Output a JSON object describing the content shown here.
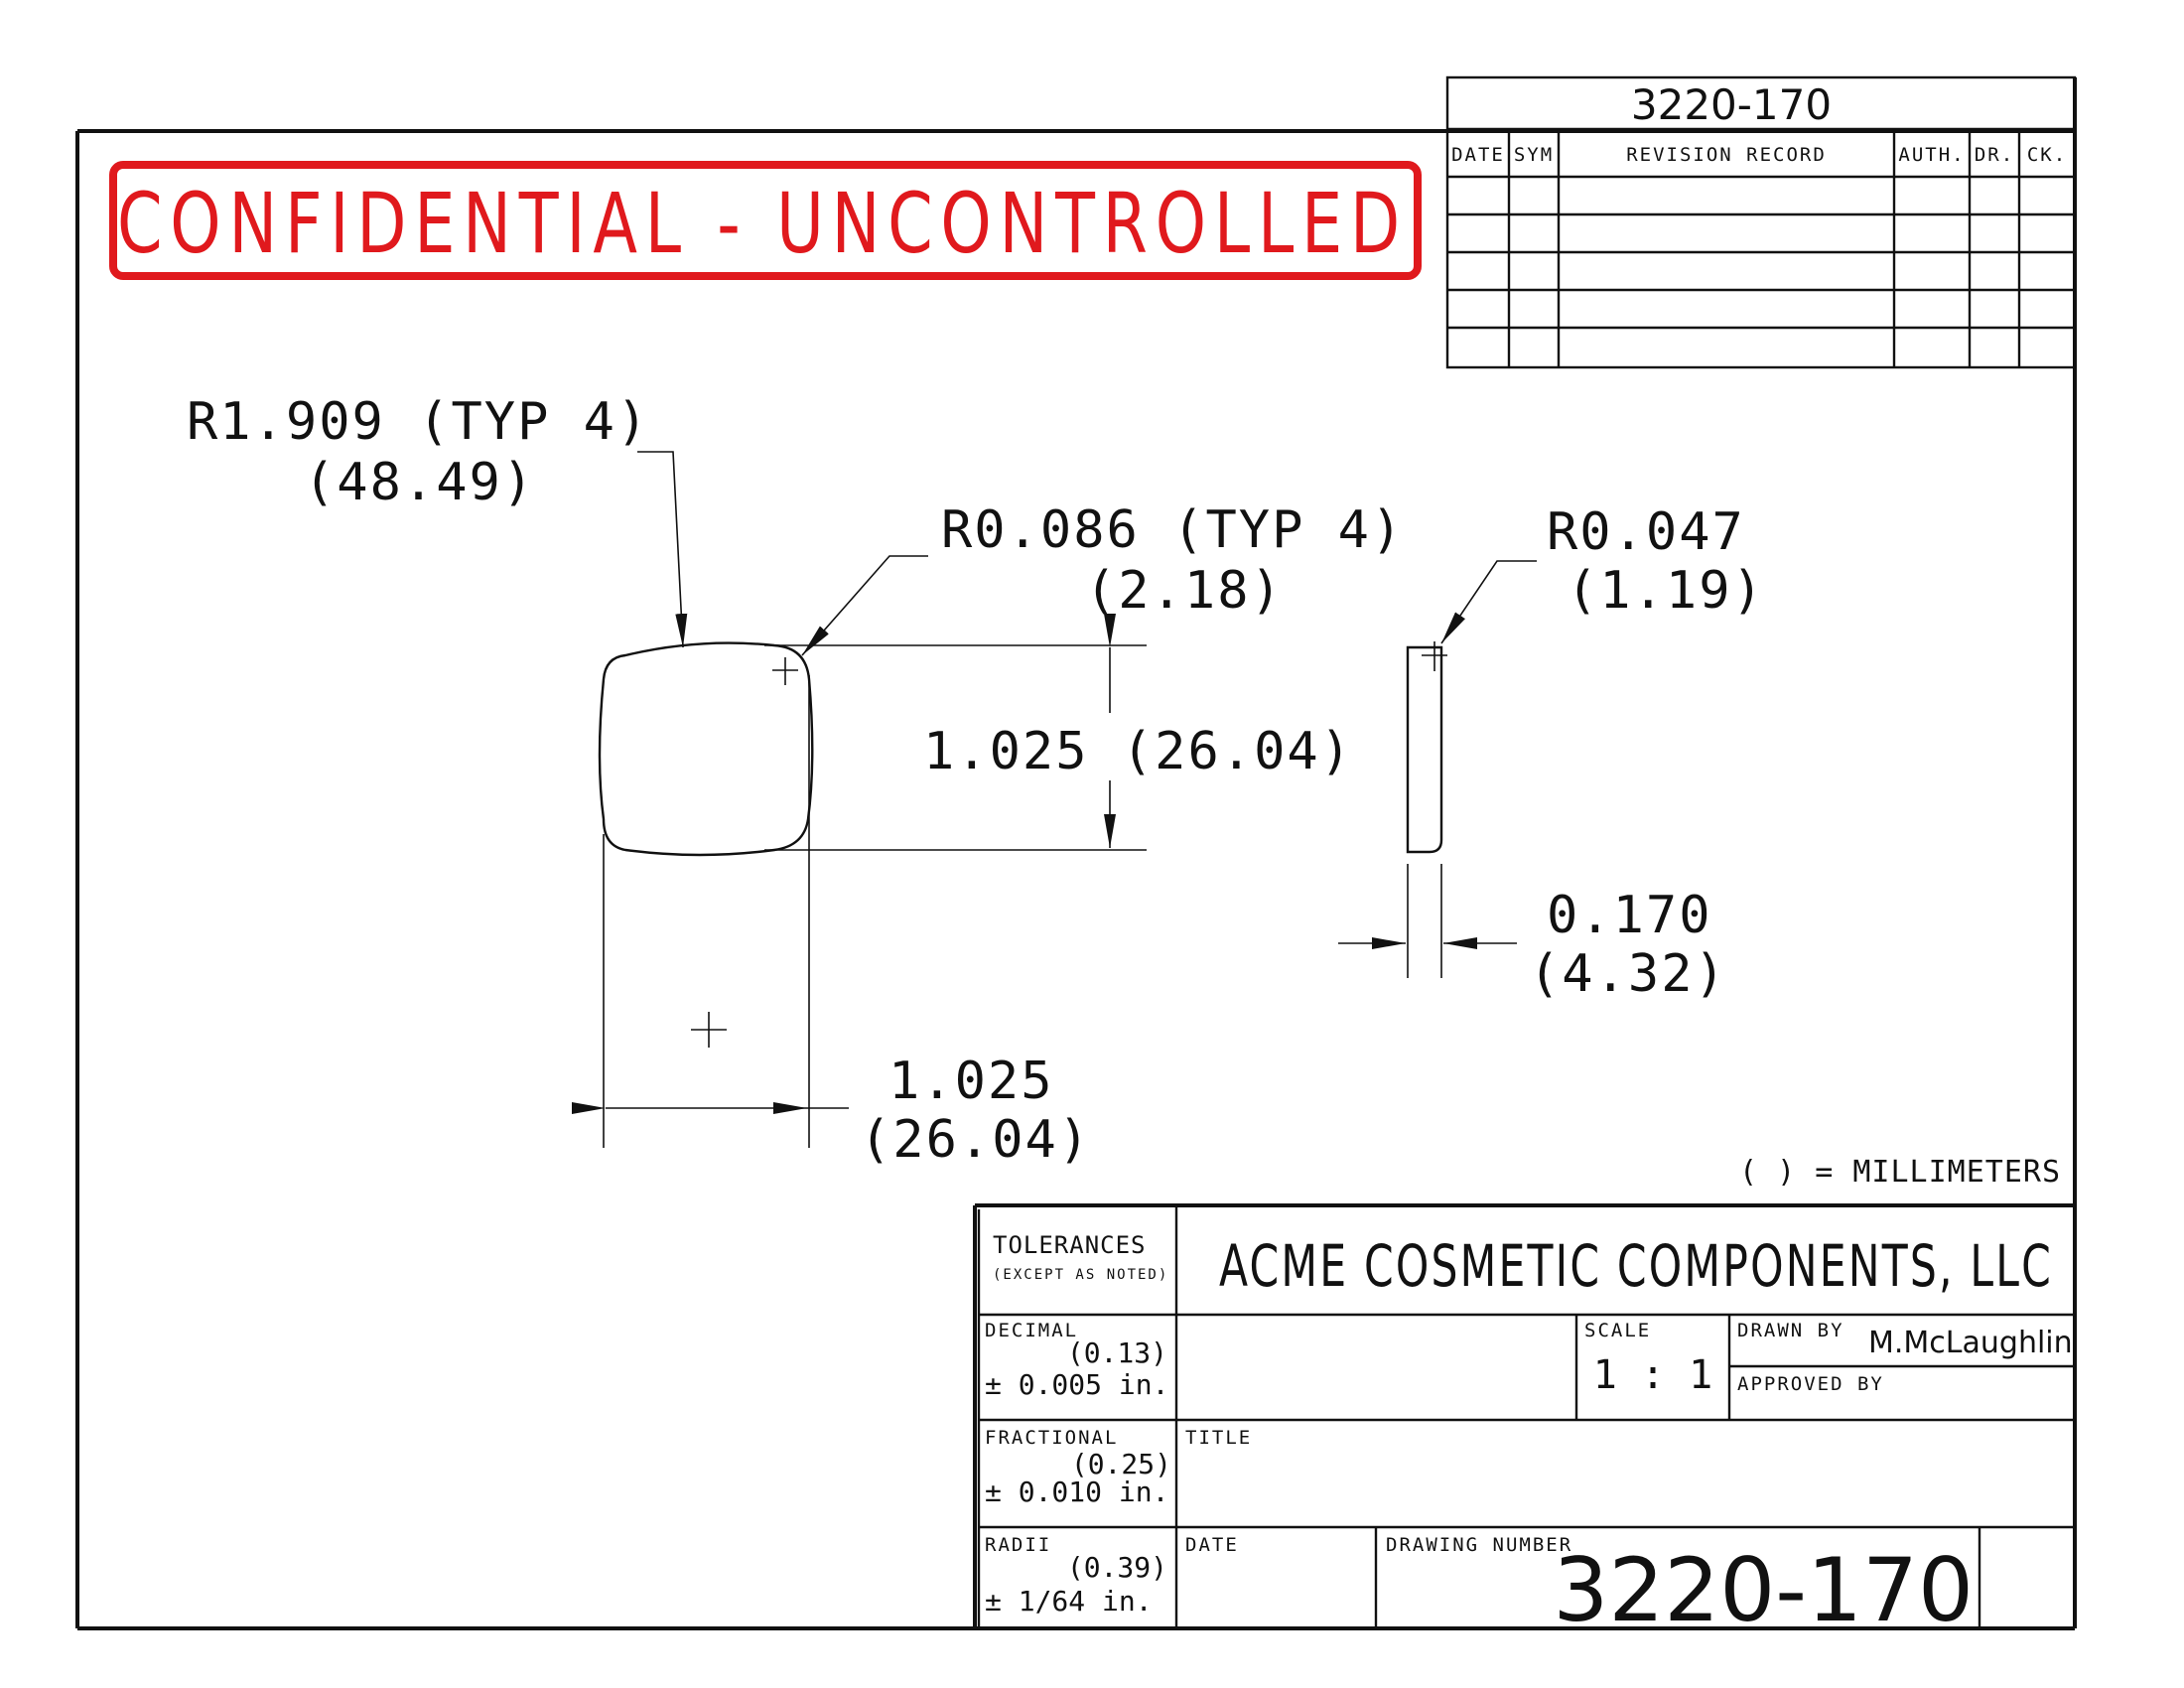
{
  "header_number": "3220-170",
  "revision": {
    "date": "DATE",
    "sym": "SYM",
    "record": "REVISION RECORD",
    "auth": "AUTH.",
    "dr": "DR.",
    "ck": "CK."
  },
  "stamp": {
    "text": "CONFIDENTIAL - UNCONTROLLED",
    "color": "#e0191d"
  },
  "dimensions": {
    "r_large": "R1.909 (TYP 4)",
    "r_large_mm": "(48.49)",
    "r_small": "R0.086 (TYP 4)",
    "r_small_mm": "(2.18)",
    "height": "1.025 (26.04)",
    "width": "1.025",
    "width_mm": "(26.04)",
    "r_edge": "R0.047",
    "r_edge_mm": "(1.19)",
    "thickness": "0.170",
    "thickness_mm": "(4.32)"
  },
  "units_note": "( ) = MILLIMETERS",
  "title_block": {
    "tolerances": "TOLERANCES",
    "except": "(EXCEPT AS NOTED)",
    "company": "ACME COSMETIC COMPONENTS, LLC",
    "decimal_label": "DECIMAL",
    "decimal_mm": "(0.13)",
    "decimal_in": "± 0.005 in.",
    "fractional_label": "FRACTIONAL",
    "fractional_mm": "(0.25)",
    "fractional_in": "± 0.010 in.",
    "radii_label": "RADII",
    "radii_mm": "(0.39)",
    "radii_in": "± 1/64 in.",
    "scale_label": "SCALE",
    "scale_value": "1 : 1",
    "drawn_by_label": "DRAWN BY",
    "drawn_by_value": "M.McLaughlin",
    "approved_by_label": "APPROVED BY",
    "title_label": "TITLE",
    "date_label": "DATE",
    "drawing_number_label": "DRAWING NUMBER",
    "drawing_number": "3220-170"
  }
}
